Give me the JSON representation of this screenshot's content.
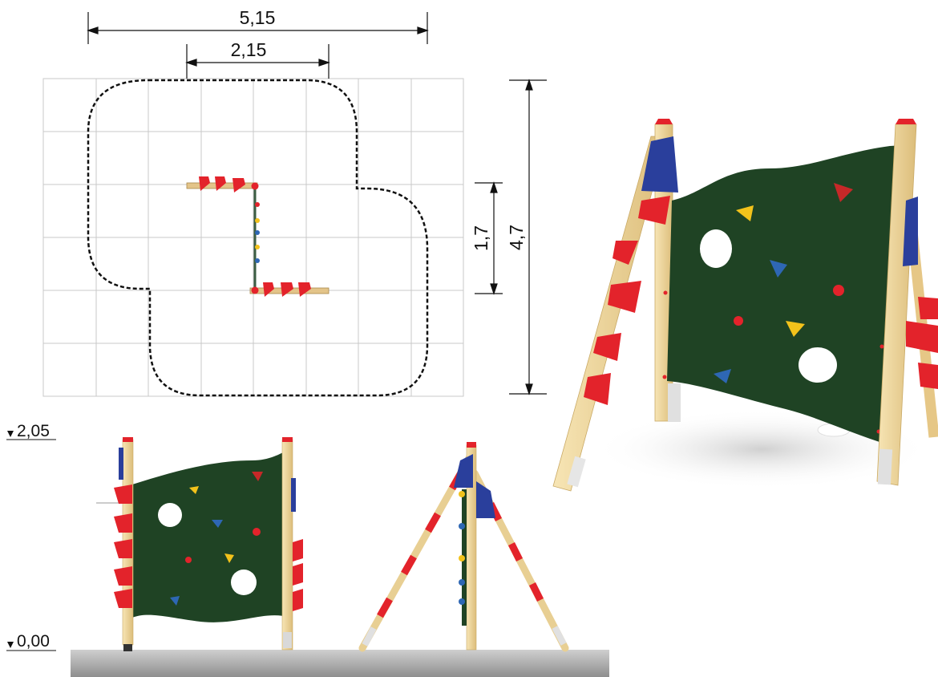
{
  "plan": {
    "dim_width_total": "5,15",
    "dim_width_module": "2,15",
    "dim_depth_module": "1,7",
    "dim_depth_total": "4,7"
  },
  "elevation": {
    "level_top": "2,05",
    "level_ground": "0,00"
  },
  "colors": {
    "panel": "#1f4324",
    "wood": "#f2d9a0",
    "hold_red": "#e3232b",
    "hold_yellow": "#f2c21b",
    "hold_blue": "#2e67b4",
    "bracket_blue": "#2a3f9c",
    "ground": "#a9a9a9",
    "grid": "#c8c8c8",
    "safety_zone": "#111111"
  }
}
